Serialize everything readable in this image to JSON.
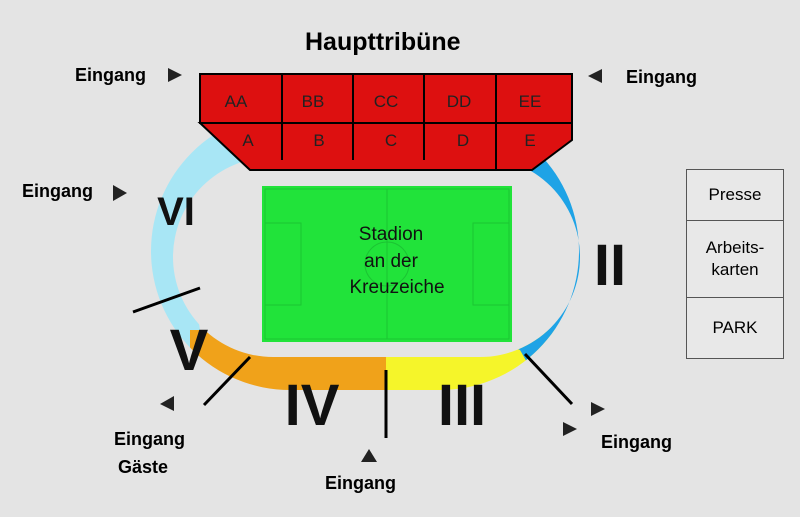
{
  "title": "Haupttribüne",
  "entrance_label": "Eingang",
  "entrance_guest_label": "Gäste",
  "upper_blocks": [
    "AA",
    "BB",
    "CC",
    "DD",
    "EE"
  ],
  "lower_blocks": [
    "A",
    "B",
    "C",
    "D",
    "E"
  ],
  "sectors": {
    "II": "II",
    "III": "III",
    "IV": "IV",
    "V": "V",
    "VI": "VI"
  },
  "pitch": {
    "line1": "Stadion",
    "line2": "an der",
    "line3": "Kreuzeiche"
  },
  "side_panel": {
    "presse": "Presse",
    "arbeitskarten_1": "Arbeits-",
    "arbeitskarten_2": "karten",
    "park": "PARK"
  },
  "colors": {
    "background": "#e4e4e4",
    "haupttribuene": "#dd1010",
    "sector_II": "#1ea3e6",
    "sector_III": "#f5f52a",
    "sector_IV": "#f0a21a",
    "sector_V_VI": "#a8e6f5",
    "pitch": "#21e33a"
  }
}
